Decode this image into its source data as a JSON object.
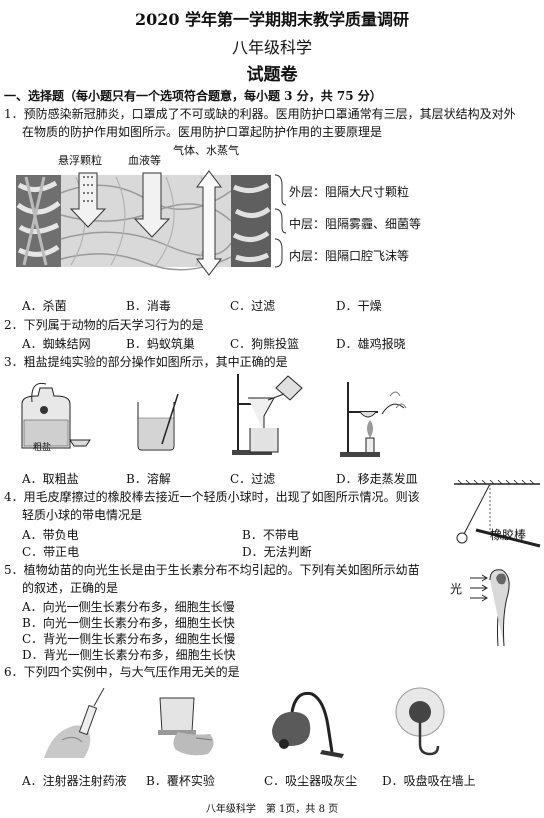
{
  "header": {
    "title": "2020 学年第一学期期末教学质量调研",
    "grade": "八年级科学",
    "paper": "试题卷"
  },
  "section1": {
    "heading": "一、选择题（每小题只有一个选项符合题意，每小题 3 分，共 75 分）"
  },
  "q1": {
    "line1": "1．预防感染新冠肺炎，口罩成了不可或缺的利器。医用防护口罩通常有三层，其层状结构及对外",
    "line2": "在物质的防护作用如图所示。医用防护口罩起防护作用的主要原理是",
    "fig": {
      "suspended": "悬浮颗粒",
      "blood": "血液等",
      "gas": "气体、水蒸气",
      "outer": "外层：阻隔大尺寸颗粒",
      "middle": "中层：阻隔雾霾、细菌等",
      "inner": "内层：阻隔口腔飞沫等"
    },
    "options": [
      "A．杀菌",
      "B．消毒",
      "C．过滤",
      "D．干燥"
    ]
  },
  "q2": {
    "text": "2．下列属于动物的后天学习行为的是",
    "options": [
      "A．蜘蛛结网",
      "B．蚂蚁筑巢",
      "C．狗熊投篮",
      "D．雄鸡报晓"
    ]
  },
  "q3": {
    "text": "3．粗盐提纯实验的部分操作如图所示，其中正确的是",
    "fig_label": "粗盐",
    "options": [
      "A．取粗盐",
      "B．溶解",
      "C．过滤",
      "D．移走蒸发皿"
    ]
  },
  "q4": {
    "line1": "4．用毛皮摩擦过的橡胶棒去接近一个轻质小球时，出现了如图所示情况。则该",
    "line2": "轻质小球的带电情况是",
    "fig_label": "橡胶棒",
    "options": [
      "A．带负电",
      "B．不带电",
      "C．带正电",
      "D．无法判断"
    ]
  },
  "q5": {
    "line1": "5．植物幼苗的向光生长是由于生长素分布不均引起的。下列有关如图所示幼苗",
    "line2": "的叙述，正确的是",
    "fig_label": "光",
    "options": [
      "A．向光一侧生长素分布多，细胞生长慢",
      "B．向光一侧生长素分布多，细胞生长快",
      "C．背光一侧生长素分布多，细胞生长慢",
      "D．背光一侧生长素分布多，细胞生长快"
    ]
  },
  "q6": {
    "text": "6．下列四个实例中，与大气压作用无关的是",
    "options": [
      "A．注射器注射药液",
      "B．覆杯实验",
      "C．吸尘器吸灰尘",
      "D．吸盘吸在墙上"
    ]
  },
  "footer": "八年级科学　第 1页，共 8 页"
}
